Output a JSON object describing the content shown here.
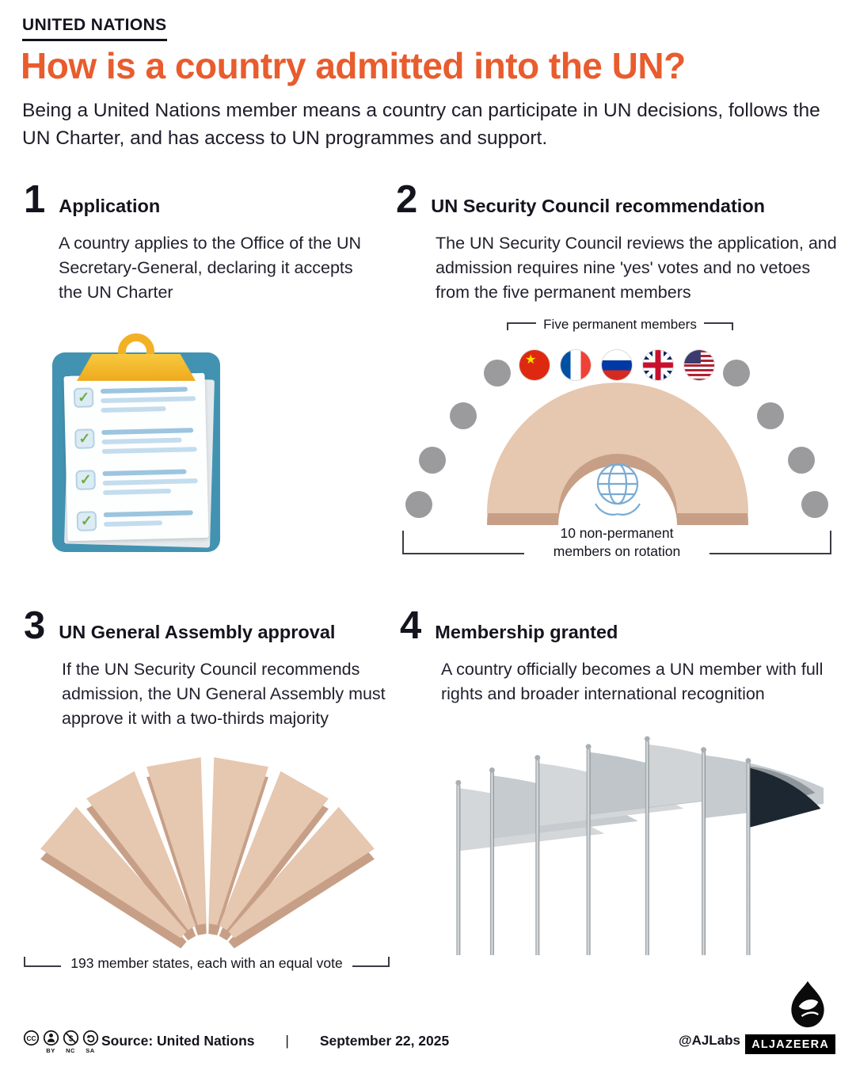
{
  "header": {
    "kicker": "UNITED NATIONS",
    "title": "How is a country admitted into the UN?",
    "intro": "Being a United Nations member means a country can participate in UN decisions, follows the UN Charter, and has access to UN programmes and support."
  },
  "steps": [
    {
      "number": "1",
      "heading": "Application",
      "body": "A country applies to the Office of the UN Secretary-General, declaring it accepts the UN Charter"
    },
    {
      "number": "2",
      "heading": "UN Security Council recommendation",
      "body": "The UN Security Council reviews the application, and admission requires nine 'yes' votes and no vetoes from the five permanent members",
      "label_permanent": "Five permanent members",
      "label_nonpermanent": "10 non-permanent members on rotation",
      "flags": [
        "china",
        "france",
        "russia",
        "united-kingdom",
        "united-states"
      ],
      "seats_shown": 8
    },
    {
      "number": "3",
      "heading": "UN General Assembly approval",
      "body": "If the UN Security Council recommends admission, the UN General Assembly must approve it with a two-thirds majority",
      "label": "193 member states, each with an equal vote"
    },
    {
      "number": "4",
      "heading": "Membership granted",
      "body": "A country officially becomes a UN member with full rights and broader international recognition"
    }
  ],
  "icons": {
    "check": "✓",
    "license": [
      "cc-icon",
      "by-icon",
      "nc-icon",
      "sa-icon"
    ]
  },
  "footer": {
    "license_labels": [
      "BY",
      "NC",
      "SA"
    ],
    "source_label": "Source:",
    "source_value": "United Nations",
    "separator": "|",
    "date": "September 22, 2025",
    "credit": "@AJLabs",
    "brand": "ALJAZEERA"
  },
  "colors": {
    "accent_orange": "#E85C2E",
    "ink": "#14141E",
    "clipboard_teal": "#4293B1",
    "clip_gold": "#F2B125",
    "table_tan": "#E6C7AF",
    "table_tan_dark": "#C79F87",
    "seat_gray": "#9B9B9E",
    "un_blue": "#78ABD4",
    "flag_gray": "#CDD2D5",
    "flag_dark": "#1C2731"
  }
}
